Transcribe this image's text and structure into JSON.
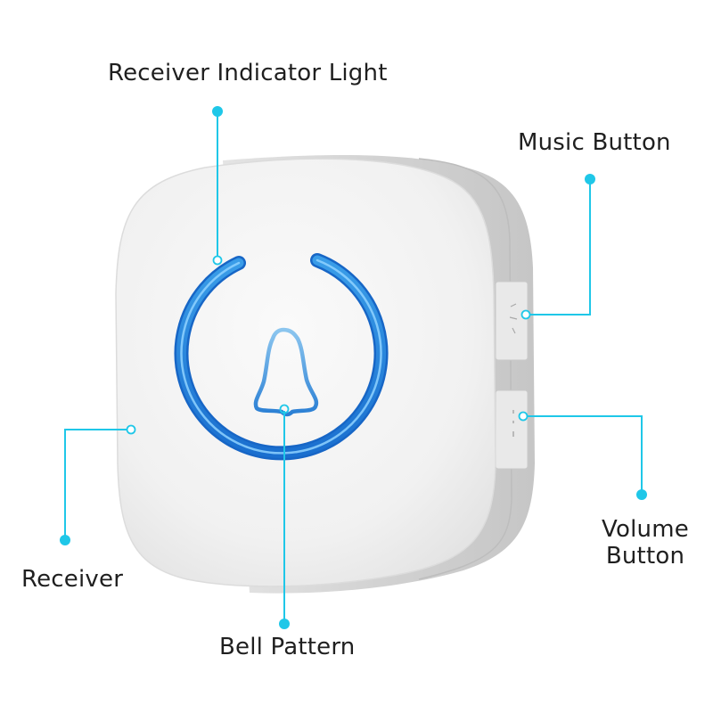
{
  "diagram": {
    "subject": "Wireless doorbell receiver",
    "accent_color": "#1fc7e8",
    "ring_color": "#1e7fd6",
    "callouts": [
      {
        "id": "indicator",
        "label": "Receiver Indicator Light"
      },
      {
        "id": "music",
        "label": "Music Button"
      },
      {
        "id": "volume",
        "label_line1": "Volume",
        "label_line2": "Button"
      },
      {
        "id": "receiver",
        "label": "Receiver"
      },
      {
        "id": "bell",
        "label": "Bell Pattern"
      }
    ]
  }
}
